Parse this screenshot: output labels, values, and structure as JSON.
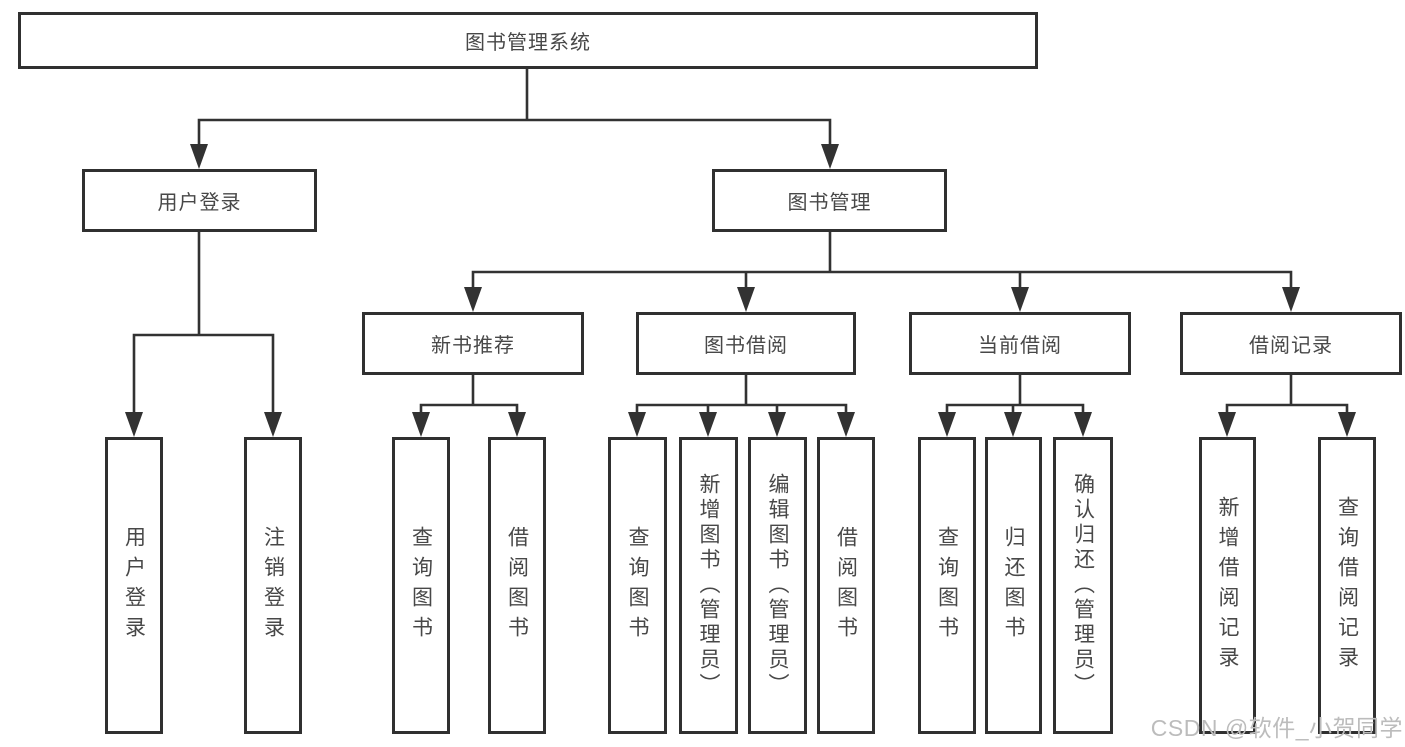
{
  "diagram": {
    "type": "hierarchy-tree",
    "root": {
      "label": "图书管理系统"
    },
    "branches": [
      {
        "label": "用户登录",
        "children": [
          {
            "label": "用户登录"
          },
          {
            "label": "注销登录"
          }
        ]
      },
      {
        "label": "图书管理",
        "children": [
          {
            "label": "新书推荐",
            "children": [
              {
                "label": "查询图书"
              },
              {
                "label": "借阅图书"
              }
            ]
          },
          {
            "label": "图书借阅",
            "children": [
              {
                "label": "查询图书"
              },
              {
                "label": "新增图书（管理员）"
              },
              {
                "label": "编辑图书（管理员）"
              },
              {
                "label": "借阅图书"
              }
            ]
          },
          {
            "label": "当前借阅",
            "children": [
              {
                "label": "查询图书"
              },
              {
                "label": "归还图书"
              },
              {
                "label": "确认归还（管理员）"
              }
            ]
          },
          {
            "label": "借阅记录",
            "children": [
              {
                "label": "新增借阅记录"
              },
              {
                "label": "查询借阅记录"
              }
            ]
          }
        ]
      }
    ],
    "line_color": "#323232",
    "text_color": "#484848"
  },
  "watermark": {
    "text": "CSDN @软件_小贺同学"
  }
}
